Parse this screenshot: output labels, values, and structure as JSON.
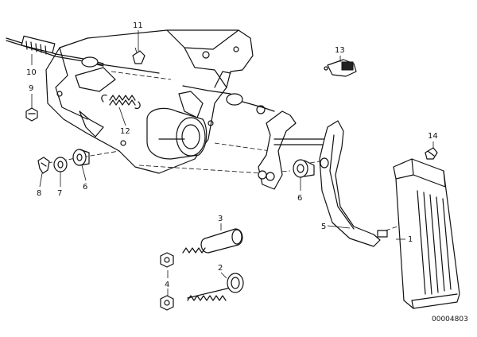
{
  "diagram": {
    "part_code": "00004803",
    "callouts": [
      "1",
      "2",
      "3",
      "4",
      "5",
      "6",
      "7",
      "8",
      "9",
      "10",
      "11",
      "12",
      "13",
      "14"
    ]
  }
}
